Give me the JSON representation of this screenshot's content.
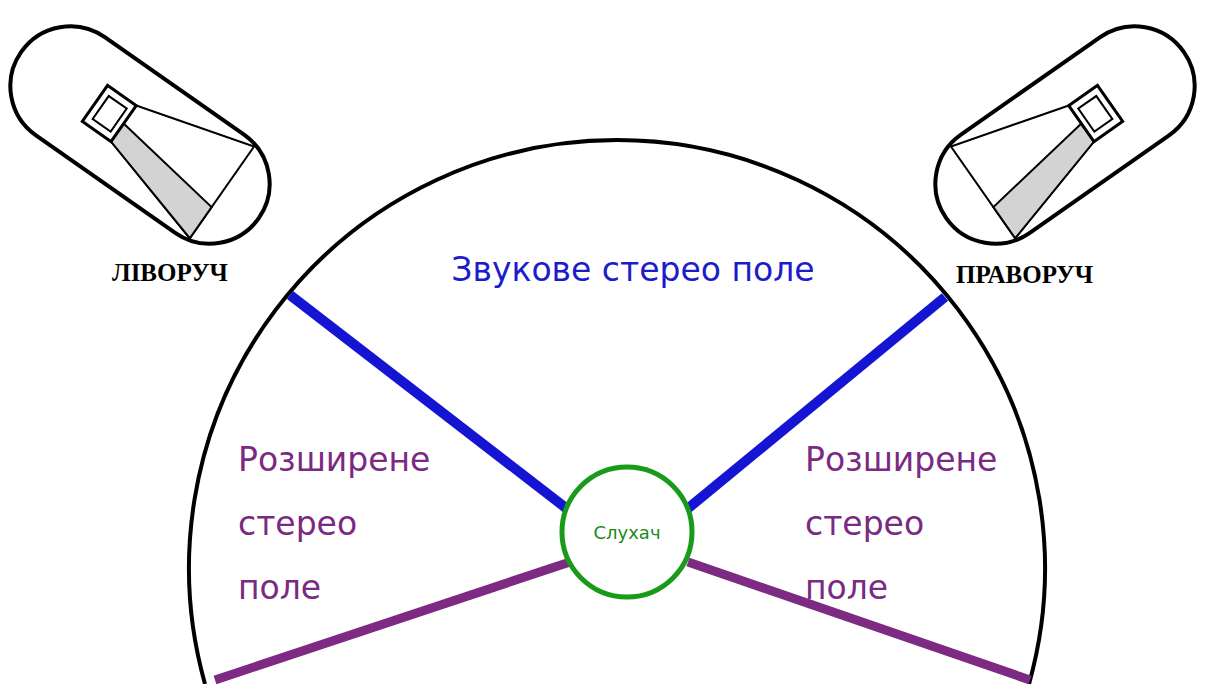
{
  "diagram": {
    "nodes": [
      {
        "text": [
          "Слухач"
        ]
      }
    ],
    "labels": [
      "ЛІВОРУЧ",
      "ПРАВОРУЧ",
      "Звукове стерео поле",
      "Розширене стерео поле",
      "Розширене стерео поле"
    ]
  }
}
